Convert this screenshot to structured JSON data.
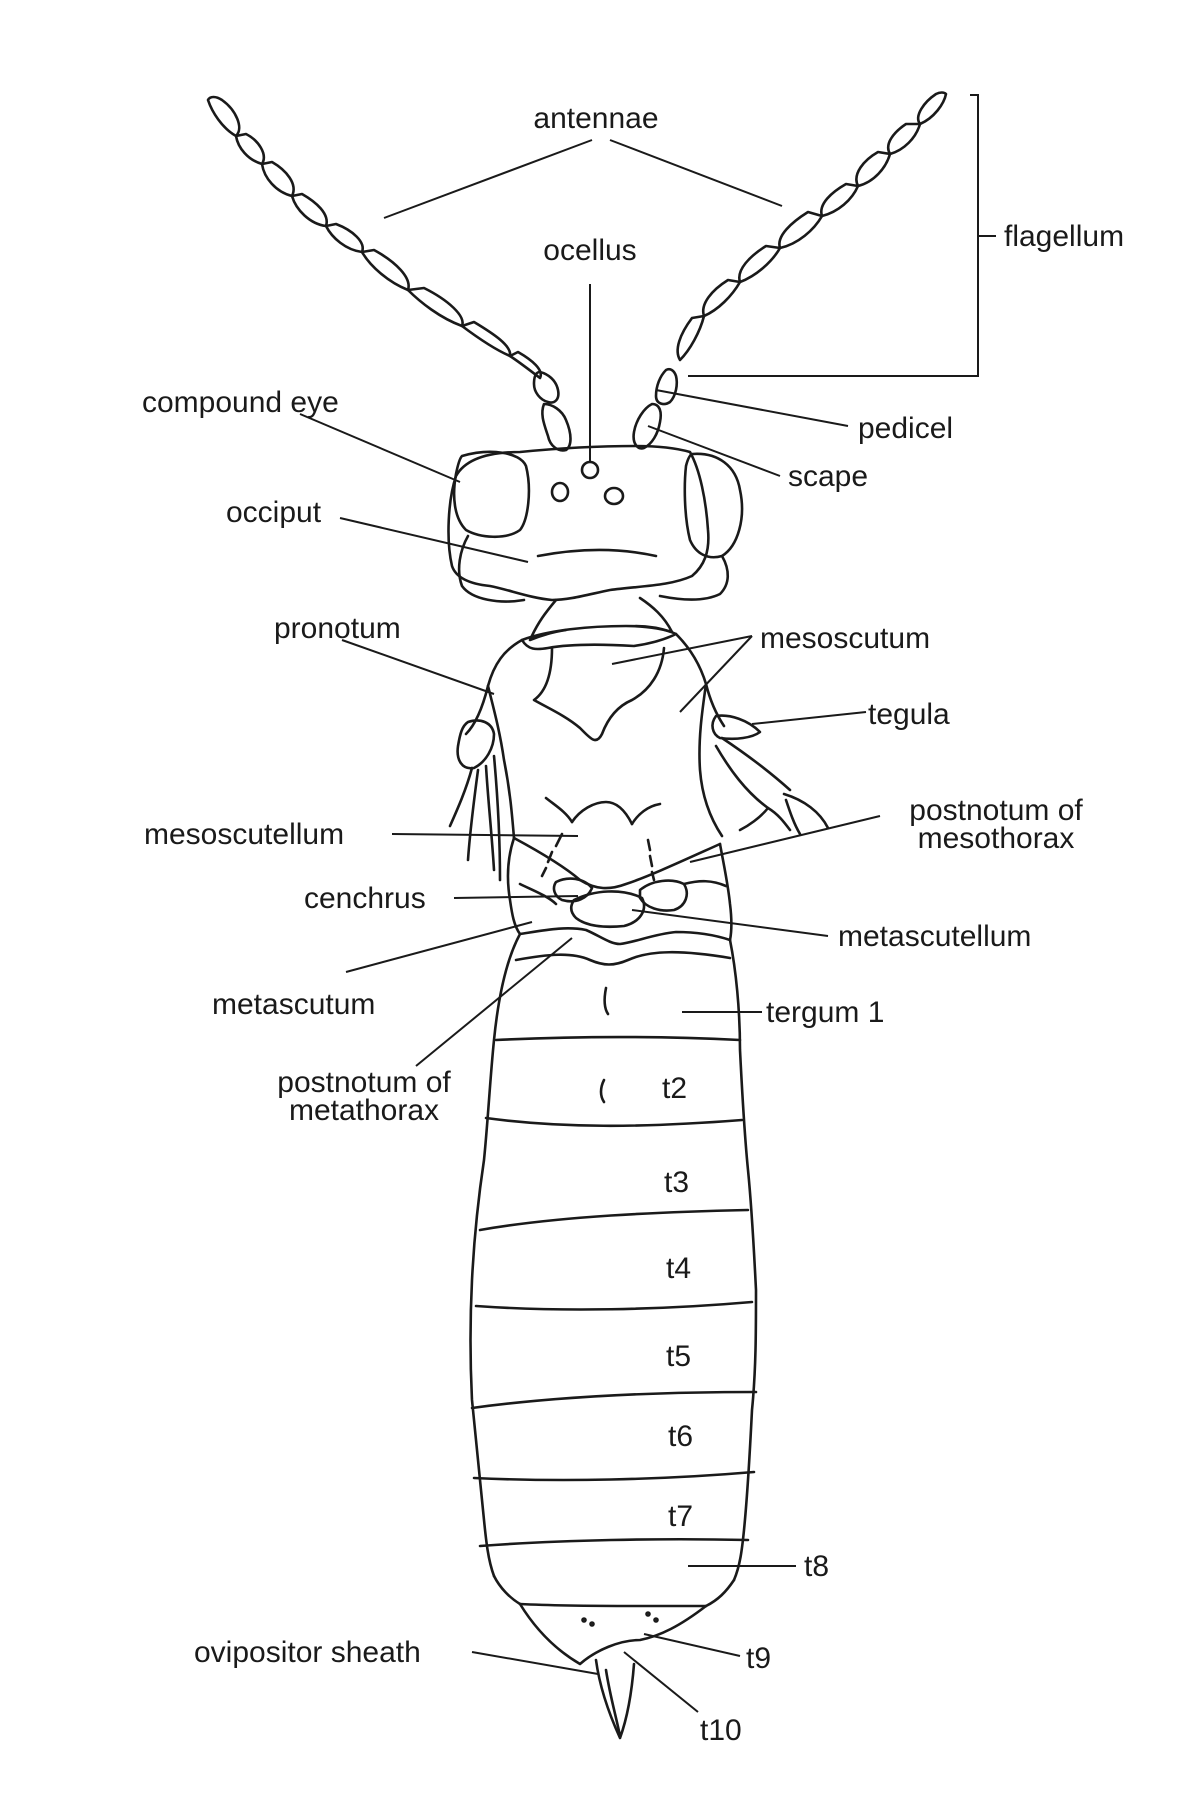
{
  "labels": {
    "antennae": "antennae",
    "flagellum": "flagellum",
    "ocellus": "ocellus",
    "compound_eye": "compound eye",
    "pedicel": "pedicel",
    "scape": "scape",
    "occiput": "occiput",
    "pronotum": "pronotum",
    "mesoscutum": "mesoscutum",
    "tegula": "tegula",
    "mesoscutellum": "mesoscutellum",
    "postnotum_meso_line1": "postnotum of",
    "postnotum_meso_line2": "mesothorax",
    "cenchrus": "cenchrus",
    "metascutellum": "metascutellum",
    "metascutum": "metascutum",
    "tergum1": "tergum 1",
    "postnotum_meta_line1": "postnotum of",
    "postnotum_meta_line2": "metathorax",
    "t2": "t2",
    "t3": "t3",
    "t4": "t4",
    "t5": "t5",
    "t6": "t6",
    "t7": "t7",
    "t8": "t8",
    "t9": "t9",
    "t10": "t10",
    "ovipositor_sheath": "ovipositor sheath"
  },
  "colors": {
    "ink": "#1a1a1a",
    "background": "#ffffff"
  }
}
